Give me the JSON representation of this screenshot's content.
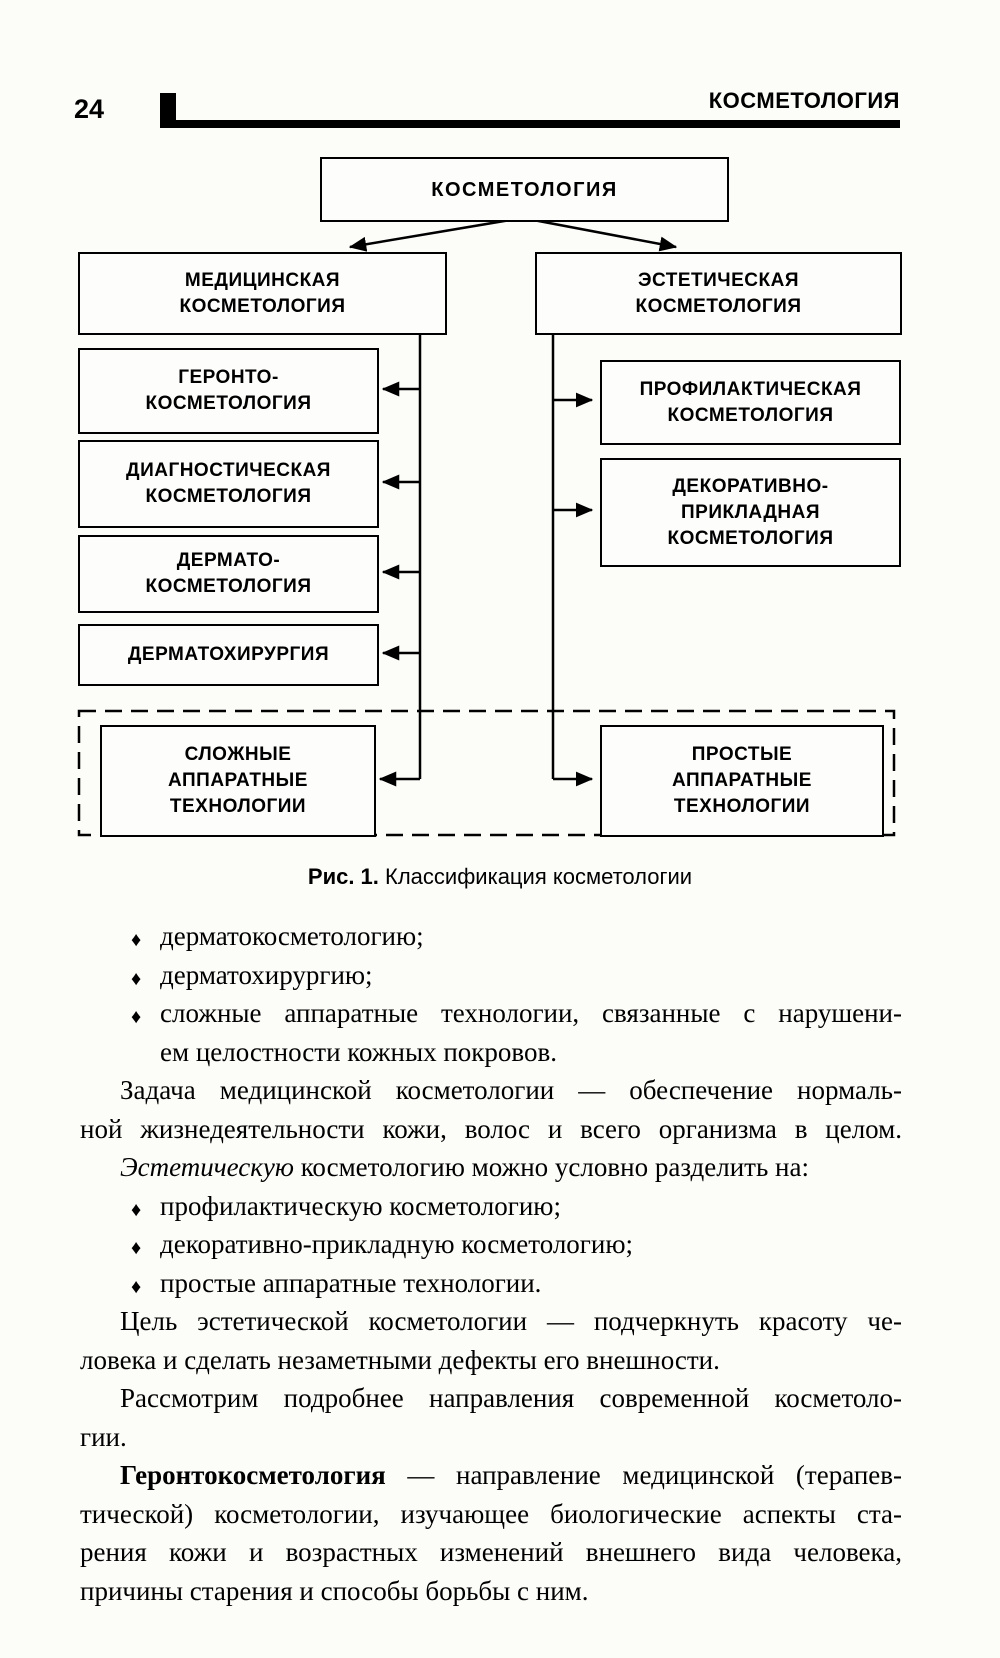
{
  "page": {
    "number": "24",
    "running_head": "КОСМЕТОЛОГИЯ"
  },
  "diagram": {
    "root": "КОСМЕТОЛОГИЯ",
    "medical": "МЕДИЦИНСКАЯ\nКОСМЕТОЛОГИЯ",
    "aesthetic": "ЭСТЕТИЧЕСКАЯ\nКОСМЕТОЛОГИЯ",
    "geronto": "ГЕРОНТО-\nКОСМЕТОЛОГИЯ",
    "diagnostic": "ДИАГНОСТИЧЕСКАЯ\nКОСМЕТОЛОГИЯ",
    "dermato": "ДЕРМАТО-\nКОСМЕТОЛОГИЯ",
    "dermatosurgery": "ДЕРМАТОХИРУРГИЯ",
    "complex_tech": "СЛОЖНЫЕ\nАППАРАТНЫЕ\nТЕХНОЛОГИИ",
    "prophylactic": "ПРОФИЛАКТИЧЕСКАЯ\nКОСМЕТОЛОГИЯ",
    "decorative": "ДЕКОРАТИВНО-\nПРИКЛАДНАЯ\nКОСМЕТОЛОГИЯ",
    "simple_tech": "ПРОСТЫЕ\nАППАРАТНЫЕ\nТЕХНОЛОГИИ"
  },
  "figure": {
    "label": "Рис. 1.",
    "title": " Классификация косметологии"
  },
  "body": {
    "bullet_glyph": "♦",
    "lines": [
      {
        "text": "дерматокосметологию;"
      },
      {
        "text": "дерматохирургию;"
      },
      {
        "text": "сложные аппаратные технологии, связанные с нарушени-"
      },
      {
        "text": "ем целостности кожных покровов."
      },
      {
        "text": "Задача медицинской косметологии — обеспечение нормаль-"
      },
      {
        "text": "ной жизнедеятельности кожи, волос и всего организма в целом."
      },
      {
        "lead": "Эстетическую",
        "text": " косметологию можно условно разделить на:"
      },
      {
        "text": "профилактическую косметологию;"
      },
      {
        "text": "декоративно-прикладную косметологию;"
      },
      {
        "text": "простые аппаратные технологии."
      },
      {
        "text": "Цель эстетической косметологии — подчеркнуть красоту че-"
      },
      {
        "text": "ловека и сделать незаметными дефекты его внешности."
      },
      {
        "text": "Рассмотрим подробнее направления современной косметоло-"
      },
      {
        "text": "гии."
      },
      {
        "lead": "Геронтокосметология",
        "text": " — направление медицинской (терапев-"
      },
      {
        "text": "тической) косметологии, изучающее биологические аспекты ста-"
      },
      {
        "text": "рения кожи и возрастных изменений внешнего вида человека,"
      },
      {
        "text": "причины старения и способы борьбы с ним."
      }
    ]
  }
}
